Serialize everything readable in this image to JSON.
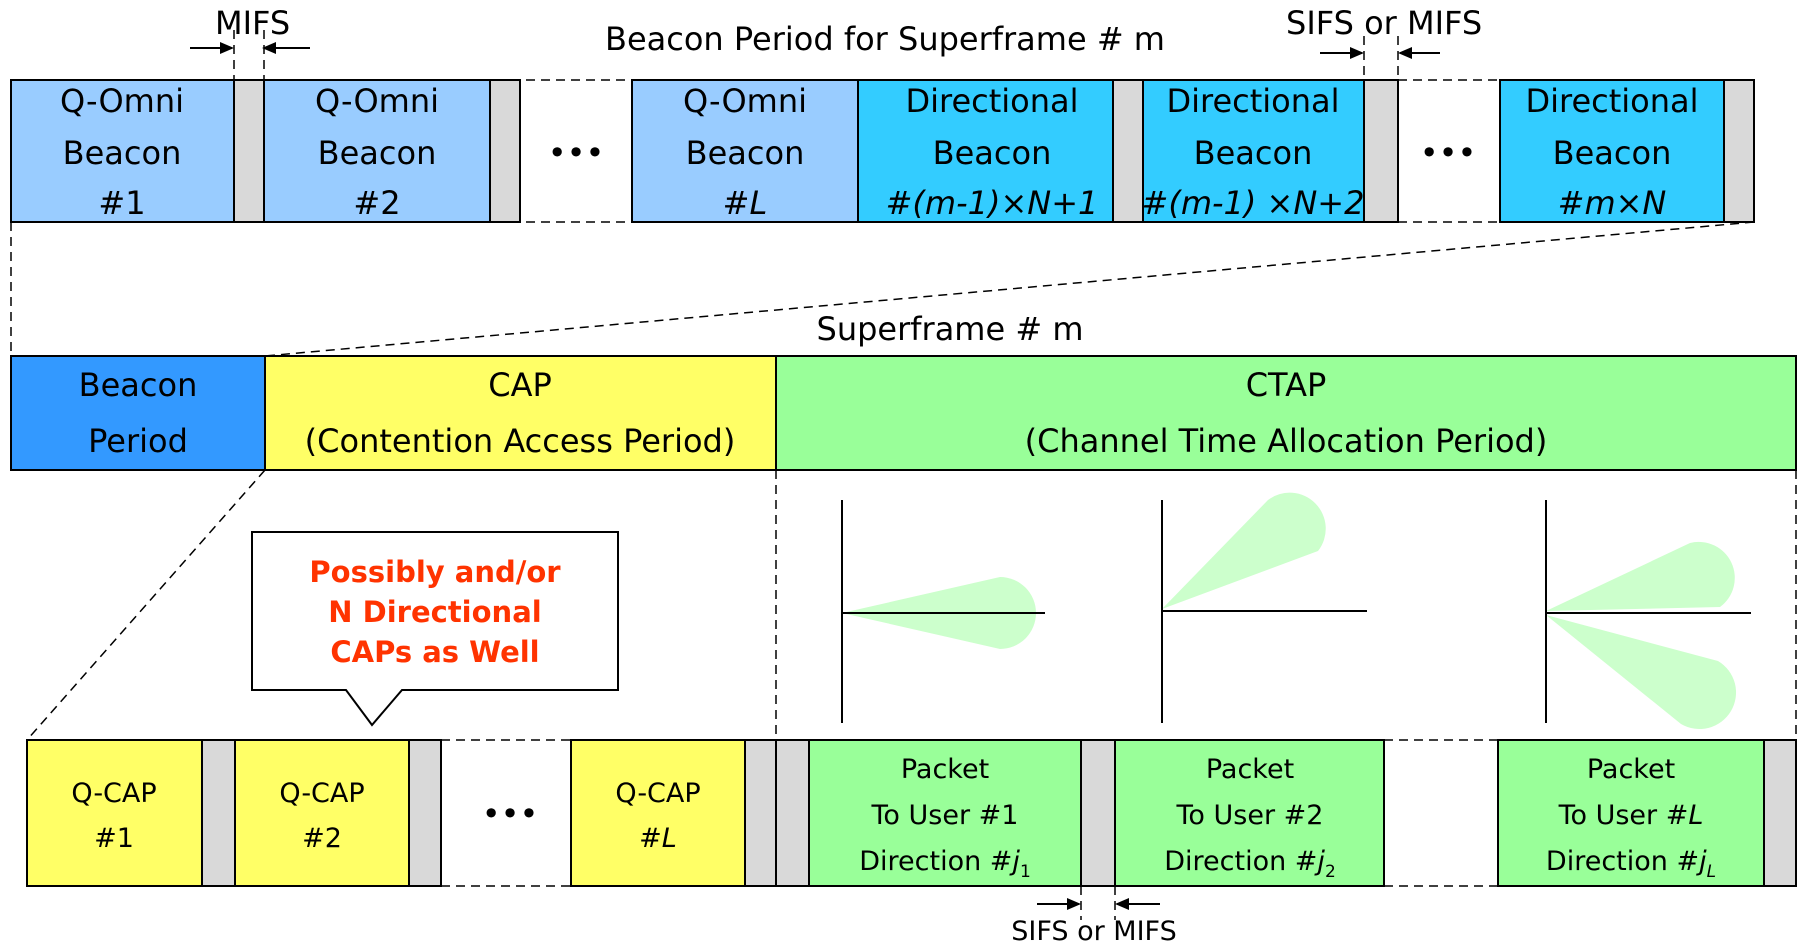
{
  "colors": {
    "omni": "#99ccff",
    "directional": "#33ccff",
    "beacon_period": "#3399ff",
    "cap": "#ffff66",
    "ctap": "#99ff99",
    "gap": "#d9d9d9",
    "callout_text": "#ff3300",
    "beam": "#ccffcc"
  },
  "top": {
    "title": "Beacon Period for Superframe # m",
    "mifs_label": "MIFS",
    "sifs_label": "SIFS or MIFS",
    "ellipsis": "•••",
    "omni": [
      {
        "l1": "Q-Omni",
        "l2": "Beacon",
        "l3": "#1"
      },
      {
        "l1": "Q-Omni",
        "l2": "Beacon",
        "l3": "#2"
      },
      {
        "l1": "Q-Omni",
        "l2": "Beacon",
        "l3_prefix": "#",
        "l3_italic": "L"
      }
    ],
    "directional": [
      {
        "l1": "Directional",
        "l2": "Beacon",
        "l3": "#(m-1)×N+1"
      },
      {
        "l1": "Directional",
        "l2": "Beacon",
        "l3": "#(m-1) ×N+2"
      },
      {
        "l1": "Directional",
        "l2": "Beacon",
        "l3": "#m×N"
      }
    ]
  },
  "superframe": {
    "title": "Superframe # m",
    "beacon": {
      "l1": "Beacon",
      "l2": "Period"
    },
    "cap": {
      "l1": "CAP",
      "l2": "(Contention Access Period)"
    },
    "ctap": {
      "l1": "CTAP",
      "l2": "(Channel Time Allocation Period)"
    }
  },
  "callout": {
    "line1": "Possibly and/or",
    "line2": "N Directional",
    "line3": "CAPs as Well"
  },
  "bottom": {
    "ellipsis": "•••",
    "sifs_label": "SIFS or MIFS",
    "caps": [
      {
        "l1": "Q-CAP",
        "l2": "#1"
      },
      {
        "l1": "Q-CAP",
        "l2": "#2"
      },
      {
        "l1": "Q-CAP",
        "l2_prefix": "#",
        "l2_italic": "L"
      }
    ],
    "packets": [
      {
        "l1": "Packet",
        "l2_prefix": "To User #",
        "l2_val": "1",
        "l3_prefix": "Direction #",
        "l3_italic": "j",
        "l3_sub": "1"
      },
      {
        "l1": "Packet",
        "l2_prefix": "To User #",
        "l2_val": "2",
        "l3_prefix": "Direction #",
        "l3_italic": "j",
        "l3_sub": "2"
      },
      {
        "l1": "Packet",
        "l2_prefix": "To User #",
        "l2_val": "L",
        "l3_prefix": "Direction #",
        "l3_italic": "j",
        "l3_sub": "L"
      }
    ]
  }
}
